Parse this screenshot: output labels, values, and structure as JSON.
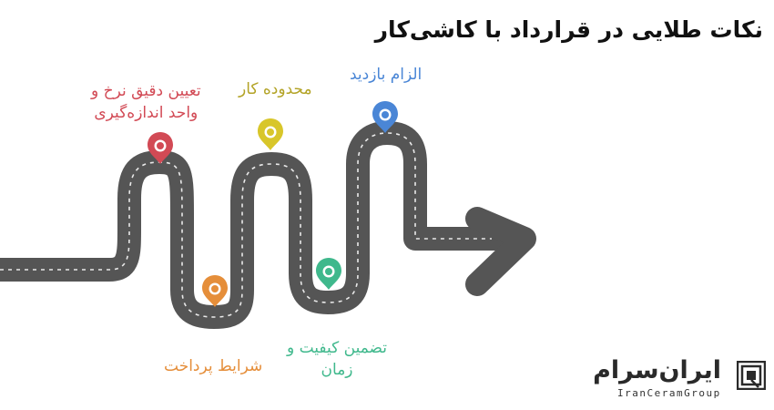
{
  "title": "نکات طلایی در قرارداد با کاشی‌کار",
  "colors": {
    "road": "#555555",
    "road_dash": "#e9e9e9",
    "inspection": "#4a86d6",
    "scope": "#d8c62a",
    "rate": "#d24a55",
    "payment": "#e58e3a",
    "warranty": "#3fb88c"
  },
  "milestones": {
    "inspection": {
      "label": "الزام بازدید",
      "icon": "map-pin-icon"
    },
    "scope": {
      "label": "محدوده کار",
      "icon": "map-pin-icon"
    },
    "rate": {
      "line1": "تعیین دقیق نرخ و",
      "line2": "واحد اندازه‌گیری",
      "icon": "map-pin-icon"
    },
    "payment": {
      "label": "شرایط پرداخت",
      "icon": "map-pin-icon"
    },
    "warranty": {
      "line1": "تضمین کیفیت و",
      "line2": "زمان",
      "icon": "map-pin-icon"
    }
  },
  "logo": {
    "mark": "ایران‌سرام",
    "subtitle": "IranCeramGroup",
    "icon": "logo-emblem-icon"
  }
}
